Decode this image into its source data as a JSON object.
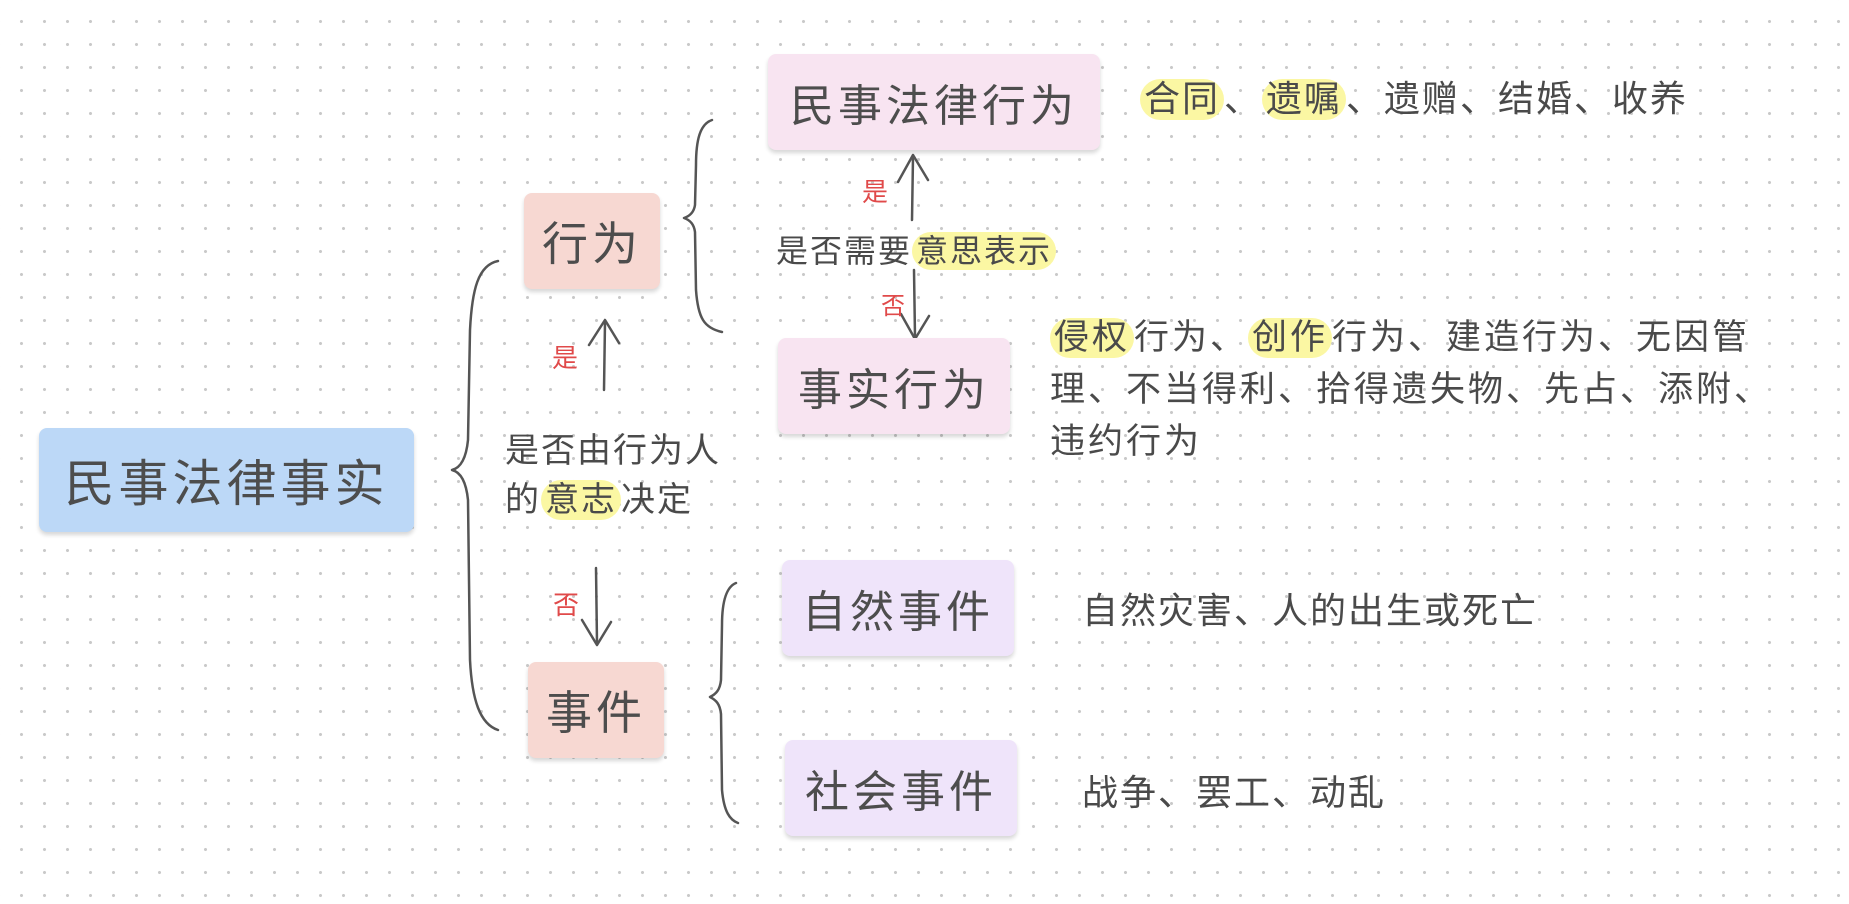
{
  "root": {
    "label": "民事法律事实"
  },
  "level1": {
    "act": {
      "label": "行为"
    },
    "event": {
      "label": "事件"
    }
  },
  "question1": {
    "line1": "是否由行为人",
    "line2_prefix": "的",
    "line2_highlight": "意志",
    "line2_suffix": "决定",
    "yes": "是",
    "no": "否"
  },
  "question2": {
    "prefix": "是否需要",
    "highlight": "意思表示",
    "yes": "是",
    "no": "否"
  },
  "level2": {
    "legal_act": {
      "label": "民事法律行为",
      "examples": {
        "hl1": "合同",
        "sep1": "、",
        "hl2": "遗嘱",
        "rest": "、遗赠、结婚、收养"
      }
    },
    "factual_act": {
      "label": "事实行为",
      "examples": {
        "hl1": "侵权",
        "text1": "行为、",
        "hl2": "创作",
        "rest": "行为、建造行为、无因管理、不当得利、拾得遗失物、先占、添附、违约行为"
      }
    },
    "natural_event": {
      "label": "自然事件",
      "examples": "自然灾害、人的出生或死亡"
    },
    "social_event": {
      "label": "社会事件",
      "examples": "战争、罢工、动乱"
    }
  },
  "colors": {
    "root": "#bcd8f7",
    "level1": "#f7d8d2",
    "legal_node": "#f8e4f1",
    "event_node": "#efe4fa",
    "highlight": "#fbf7a3",
    "yes_no": "#e04a4a",
    "line": "#555555"
  }
}
